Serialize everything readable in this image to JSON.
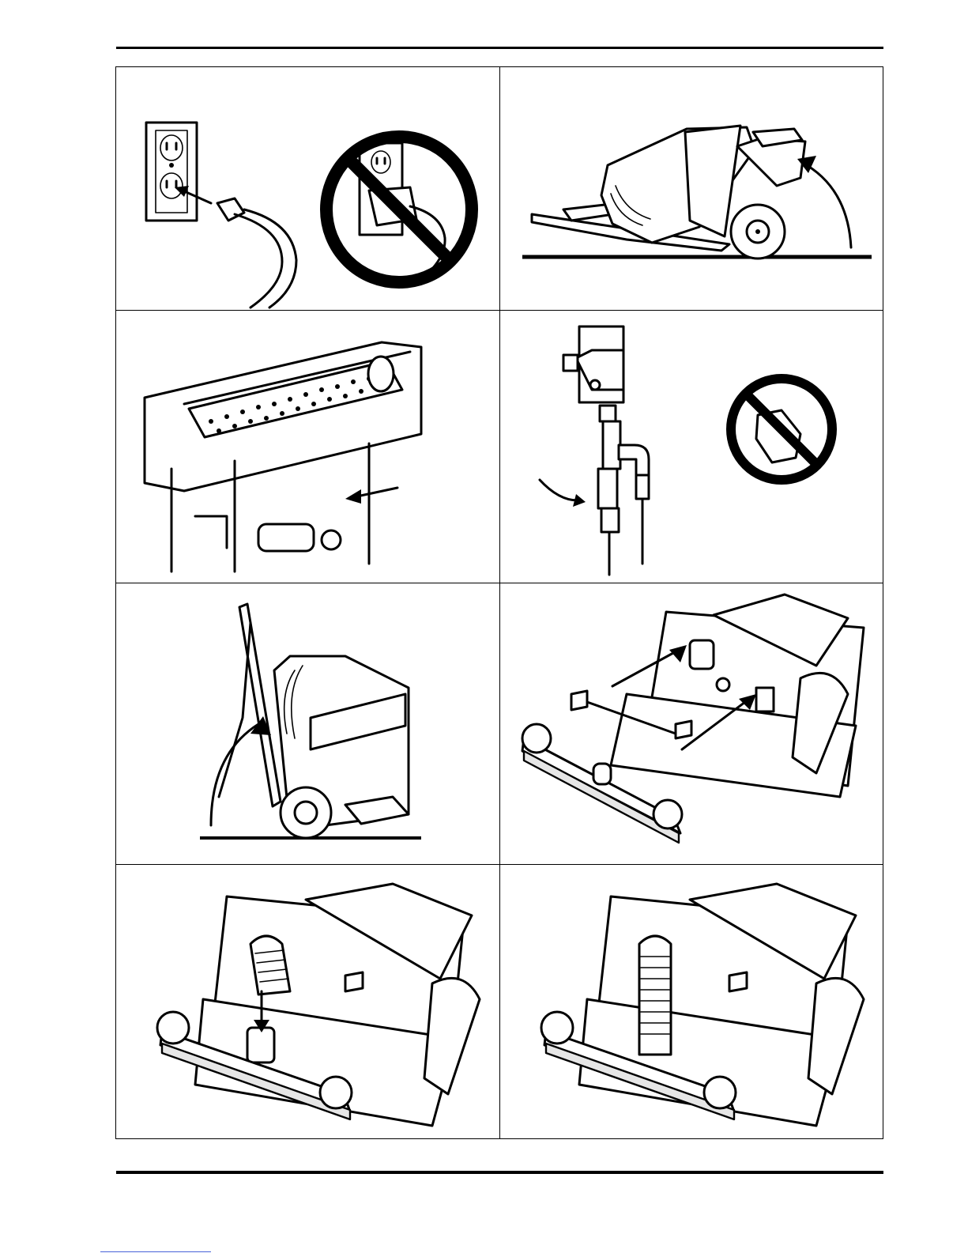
{
  "document": {
    "figure_panels": [
      {
        "id": "unplug",
        "icon": "power-plug-icon"
      },
      {
        "id": "tilt-machine-back",
        "icon": "machine-tilt-icon"
      },
      {
        "id": "brush-assembly",
        "icon": "brush-icon"
      },
      {
        "id": "valve-assembly",
        "icon": "valve-icon"
      },
      {
        "id": "raise-handle",
        "icon": "handle-icon"
      },
      {
        "id": "attach-squeegee",
        "icon": "squeegee-icon"
      },
      {
        "id": "connect-hose",
        "icon": "hose-icon"
      },
      {
        "id": "hose-connected",
        "icon": "hose-connected-icon"
      }
    ],
    "colors": {
      "line": "#000000",
      "background": "#ffffff",
      "link": "#4a63d8"
    }
  }
}
